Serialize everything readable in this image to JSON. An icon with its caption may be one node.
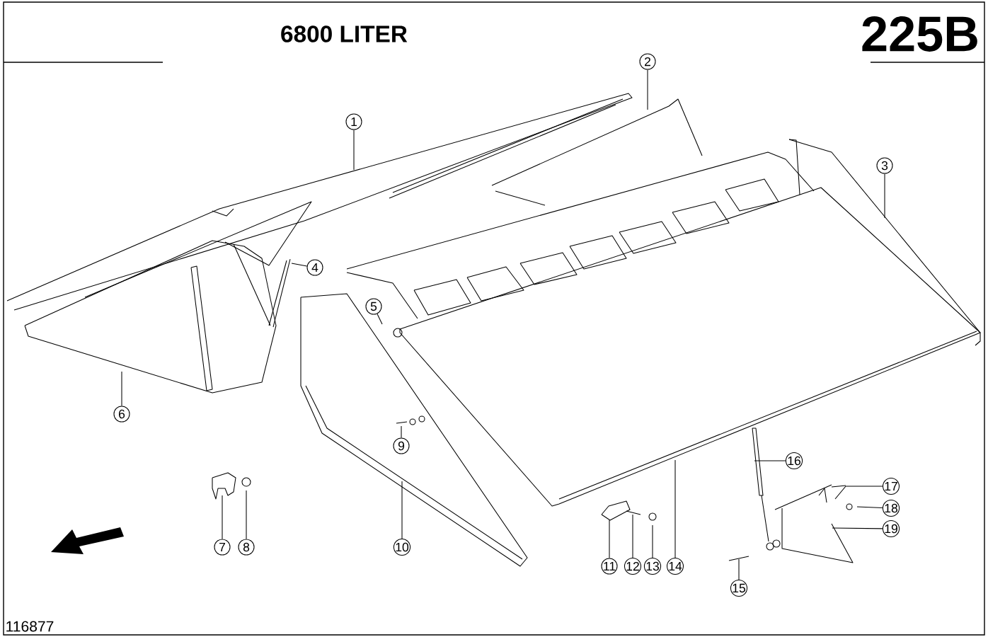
{
  "diagram": {
    "title": "6800 LITER",
    "nodes": [
      {
        "text": [
          "1"
        ]
      },
      {
        "text": [
          "2"
        ]
      },
      {
        "text": [
          "3"
        ]
      },
      {
        "text": [
          "4"
        ]
      },
      {
        "text": [
          "5"
        ]
      },
      {
        "text": [
          "6"
        ]
      },
      {
        "text": [
          "7"
        ]
      },
      {
        "text": [
          "8"
        ]
      },
      {
        "text": [
          "9"
        ]
      },
      {
        "text": [
          "10"
        ]
      },
      {
        "text": [
          "11"
        ]
      },
      {
        "text": [
          "12"
        ]
      },
      {
        "text": [
          "13"
        ]
      },
      {
        "text": [
          "14"
        ]
      },
      {
        "text": [
          "15"
        ]
      },
      {
        "text": [
          "16"
        ]
      },
      {
        "text": [
          "17"
        ]
      },
      {
        "text": [
          "18"
        ]
      },
      {
        "text": [
          "19"
        ]
      }
    ],
    "edges": [
      {
        "from": 0,
        "to": null,
        "arrow": "none"
      },
      {
        "from": 1,
        "to": null,
        "arrow": "none"
      },
      {
        "from": 2,
        "to": null,
        "arrow": "none"
      },
      {
        "from": 3,
        "to": null,
        "arrow": "none"
      },
      {
        "from": 4,
        "to": null,
        "arrow": "none"
      },
      {
        "from": 5,
        "to": null,
        "arrow": "none"
      },
      {
        "from": 6,
        "to": null,
        "arrow": "none"
      },
      {
        "from": 7,
        "to": null,
        "arrow": "none"
      },
      {
        "from": 8,
        "to": null,
        "arrow": "none"
      },
      {
        "from": 9,
        "to": null,
        "arrow": "none"
      },
      {
        "from": 10,
        "to": null,
        "arrow": "none"
      },
      {
        "from": 11,
        "to": null,
        "arrow": "none"
      },
      {
        "from": 12,
        "to": null,
        "arrow": "none"
      },
      {
        "from": 13,
        "to": null,
        "arrow": "none"
      },
      {
        "from": 14,
        "to": null,
        "arrow": "none"
      },
      {
        "from": 15,
        "to": null,
        "arrow": "none"
      },
      {
        "from": 16,
        "to": null,
        "arrow": "none"
      },
      {
        "from": 17,
        "to": null,
        "arrow": "none"
      },
      {
        "from": 18,
        "to": null,
        "arrow": "none"
      }
    ],
    "labels": [
      "225B",
      "116877"
    ]
  }
}
